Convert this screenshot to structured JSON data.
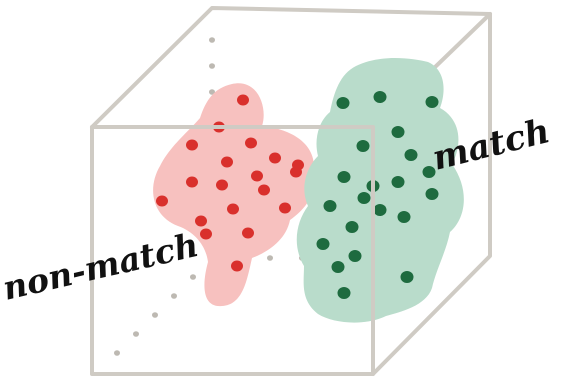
{
  "labels": {
    "match": "match",
    "non_match": "non-match"
  },
  "colors": {
    "cube_stroke": "#cfcbc4",
    "axis_dots": "#bdb9b2",
    "match_blob": "#b9dccb",
    "match_dot": "#1e6b3f",
    "non_match_blob": "#f7c1bf",
    "non_match_dot": "#d9302c",
    "label_ink": "#111111"
  },
  "clusters": [
    {
      "name": "match",
      "point_count": 21
    },
    {
      "name": "non-match",
      "point_count": 19
    }
  ]
}
